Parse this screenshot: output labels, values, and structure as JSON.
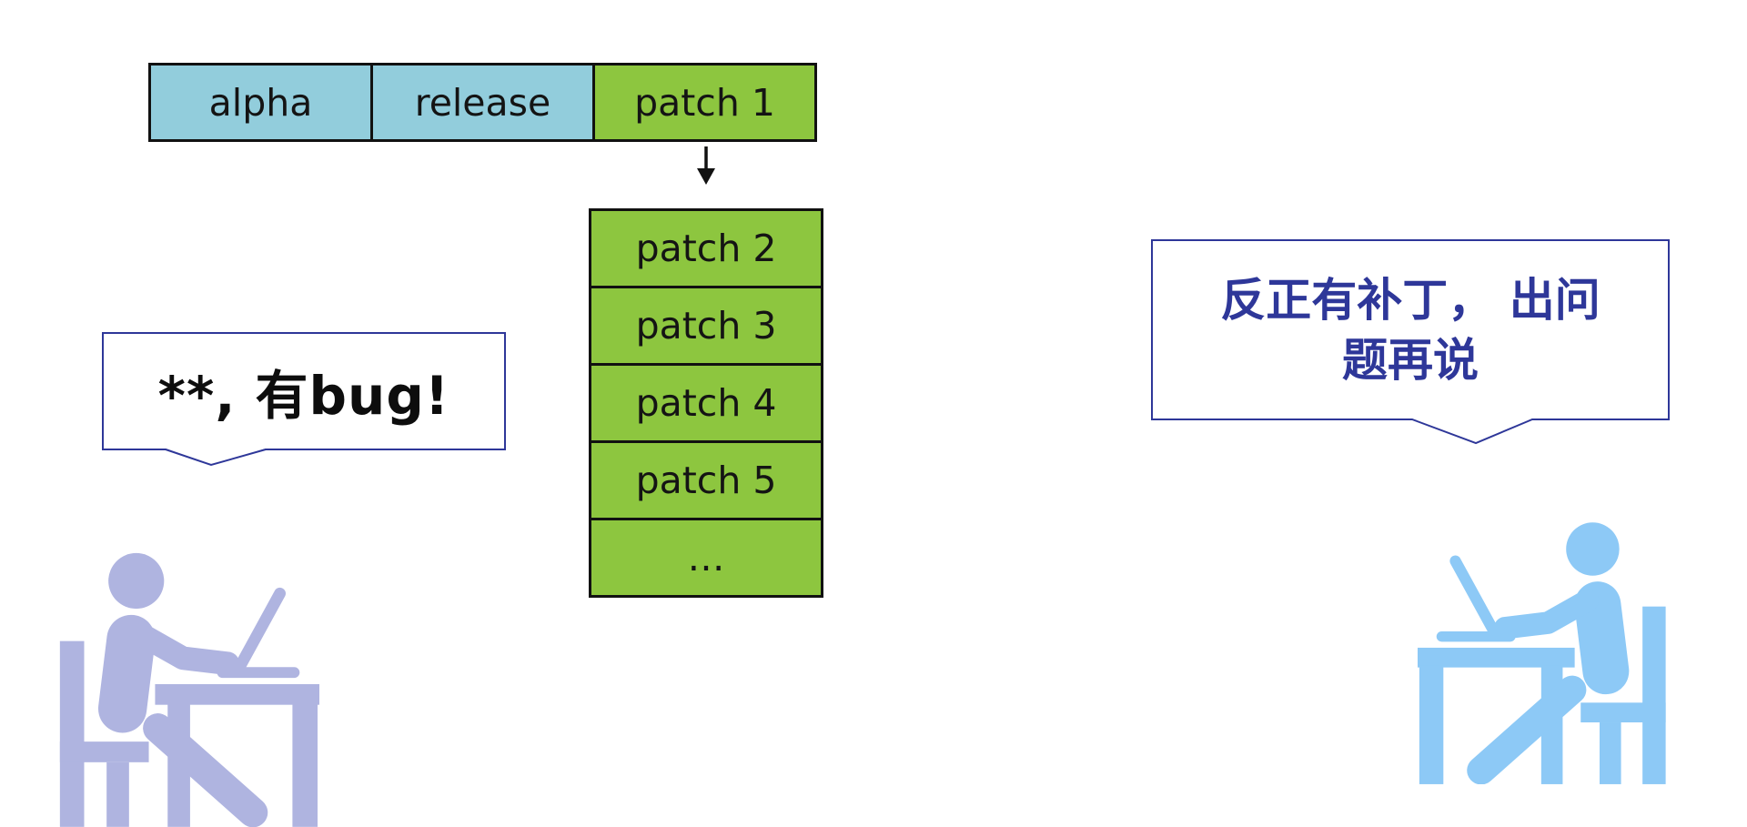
{
  "timeline": {
    "cells": [
      {
        "label": "alpha"
      },
      {
        "label": "release"
      },
      {
        "label": "patch 1"
      }
    ]
  },
  "stack": {
    "rows": [
      "patch 2",
      "patch 3",
      "patch 4",
      "patch 5",
      "…"
    ]
  },
  "left_bubble": {
    "text": "**, 有bug!"
  },
  "right_bubble": {
    "line1": "反正有补丁， 出问",
    "line2": "题再说"
  },
  "icons": {
    "left_person": "person-working-on-laptop-icon",
    "right_person": "person-working-on-laptop-icon"
  },
  "colors": {
    "release_cell_blue": "#92CDDC",
    "patch_cell_green": "#8DC63F",
    "cell_border_black": "#111111",
    "bubble_border_navy": "#2E3799",
    "right_bubble_text_navy": "#2E3799",
    "left_person_lavender": "#AFB4E0",
    "right_person_blue": "#8DC9F6"
  }
}
